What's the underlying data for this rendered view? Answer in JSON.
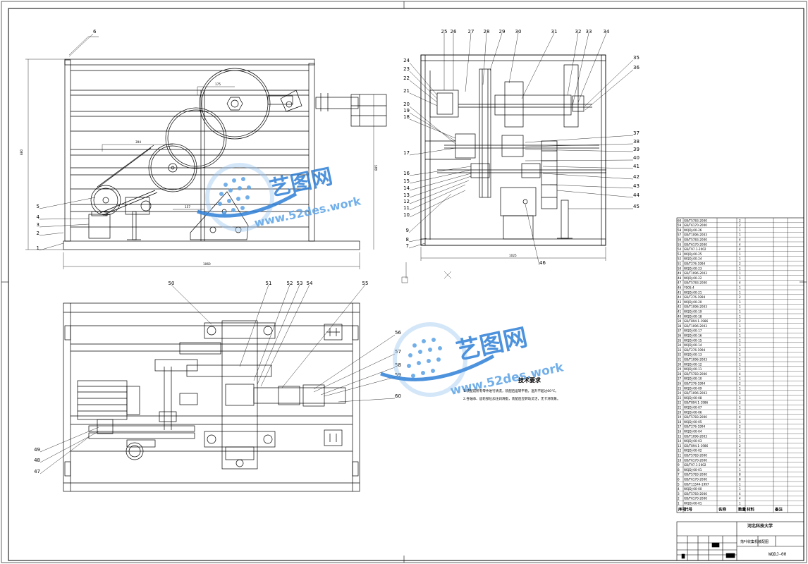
{
  "views": {
    "front_labels": [
      "1",
      "2",
      "3",
      "4",
      "5",
      "6"
    ],
    "side_labels": [
      "7",
      "8",
      "9",
      "10",
      "11",
      "12",
      "13",
      "14",
      "15",
      "16",
      "17",
      "18",
      "19",
      "20",
      "21",
      "22",
      "23",
      "24",
      "25",
      "26",
      "27",
      "28",
      "29",
      "30",
      "31",
      "32",
      "33",
      "34",
      "35",
      "36",
      "37",
      "38",
      "39",
      "40",
      "41",
      "42",
      "43",
      "44",
      "45",
      "46"
    ],
    "top_labels": [
      "47",
      "48",
      "49",
      "50",
      "51",
      "52",
      "53",
      "54",
      "55",
      "56",
      "57",
      "58",
      "59",
      "60"
    ]
  },
  "notes": {
    "title": "技术要求",
    "line1": "1.装配前所有零件进行清洗，装配后运转平稳，温升不超过60℃。",
    "line2": "2.各轴承、齿轮部位加注润滑脂，装配后应转动灵活，无卡滞现象。"
  },
  "watermark": {
    "brand": "艺图网",
    "url": "www.52des.work"
  },
  "title_block": {
    "school": "河北科技大学",
    "drawing_name": "落叶收集机装配图",
    "drawing_no": "WQDJ-00",
    "headers": [
      "序号",
      "代号",
      "名称",
      "数量",
      "材料",
      "备注"
    ]
  },
  "bom_rows": [
    {
      "no": "60",
      "code": "GB/T5783-2000",
      "qty": "2"
    },
    {
      "no": "59",
      "code": "GB/T6170-2000",
      "qty": "2"
    },
    {
      "no": "58",
      "code": "WQDJ-00-26",
      "qty": "1"
    },
    {
      "no": "57",
      "code": "GB/T1096-2003",
      "qty": "1"
    },
    {
      "no": "56",
      "code": "GB/T5783-2000",
      "qty": "4"
    },
    {
      "no": "55",
      "code": "GB/T6170-2000",
      "qty": "4"
    },
    {
      "no": "54",
      "code": "GB/T97.1-2002",
      "qty": "4"
    },
    {
      "no": "53",
      "code": "WQDJ-00-25",
      "qty": "1"
    },
    {
      "no": "52",
      "code": "WQDJ-00-24",
      "qty": "1"
    },
    {
      "no": "51",
      "code": "GB/T276-1994",
      "qty": "2"
    },
    {
      "no": "50",
      "code": "WQDJ-00-23",
      "qty": "1"
    },
    {
      "no": "49",
      "code": "GB/T1096-2003",
      "qty": "1"
    },
    {
      "no": "48",
      "code": "WQDJ-00-22",
      "qty": "1"
    },
    {
      "no": "47",
      "code": "GB/T5783-2000",
      "qty": "4"
    },
    {
      "no": "46",
      "code": "Y90S-4",
      "qty": "1"
    },
    {
      "no": "45",
      "code": "WQDJ-00-21",
      "qty": "1"
    },
    {
      "no": "44",
      "code": "GB/T276-1994",
      "qty": "2"
    },
    {
      "no": "43",
      "code": "WQDJ-00-20",
      "qty": "1"
    },
    {
      "no": "42",
      "code": "GB/T1096-2003",
      "qty": "1"
    },
    {
      "no": "41",
      "code": "WQDJ-00-19",
      "qty": "1"
    },
    {
      "no": "40",
      "code": "WQDJ-00-18",
      "qty": "1"
    },
    {
      "no": "39",
      "code": "GB/T894.1-1986",
      "qty": "2"
    },
    {
      "no": "38",
      "code": "GB/T1096-2003",
      "qty": "1"
    },
    {
      "no": "37",
      "code": "WQDJ-00-17",
      "qty": "1"
    },
    {
      "no": "36",
      "code": "WQDJ-00-16",
      "qty": "1"
    },
    {
      "no": "35",
      "code": "WQDJ-00-15",
      "qty": "1"
    },
    {
      "no": "34",
      "code": "WQDJ-00-14",
      "qty": "1"
    },
    {
      "no": "33",
      "code": "GB/T276-1994",
      "qty": "2"
    },
    {
      "no": "32",
      "code": "WQDJ-00-13",
      "qty": "1"
    },
    {
      "no": "31",
      "code": "GB/T1096-2003",
      "qty": "1"
    },
    {
      "no": "30",
      "code": "WQDJ-00-12",
      "qty": "1"
    },
    {
      "no": "29",
      "code": "WQDJ-00-11",
      "qty": "1"
    },
    {
      "no": "28",
      "code": "GB/T5783-2000",
      "qty": "4"
    },
    {
      "no": "27",
      "code": "WQDJ-00-10",
      "qty": "1"
    },
    {
      "no": "26",
      "code": "GB/T276-1994",
      "qty": "2"
    },
    {
      "no": "25",
      "code": "WQDJ-00-09",
      "qty": "1"
    },
    {
      "no": "24",
      "code": "GB/T1096-2003",
      "qty": "1"
    },
    {
      "no": "23",
      "code": "WQDJ-00-08",
      "qty": "1"
    },
    {
      "no": "22",
      "code": "GB/T894.1-1986",
      "qty": "2"
    },
    {
      "no": "21",
      "code": "WQDJ-00-07",
      "qty": "1"
    },
    {
      "no": "20",
      "code": "WQDJ-00-06",
      "qty": "1"
    },
    {
      "no": "19",
      "code": "GB/T5783-2000",
      "qty": "4"
    },
    {
      "no": "18",
      "code": "WQDJ-00-05",
      "qty": "1"
    },
    {
      "no": "17",
      "code": "GB/T276-1994",
      "qty": "2"
    },
    {
      "no": "16",
      "code": "WQDJ-00-04",
      "qty": "1"
    },
    {
      "no": "15",
      "code": "GB/T1096-2003",
      "qty": "1"
    },
    {
      "no": "14",
      "code": "WQDJ-00-03",
      "qty": "1"
    },
    {
      "no": "13",
      "code": "GB/T894.1-1986",
      "qty": "2"
    },
    {
      "no": "12",
      "code": "WQDJ-00-02",
      "qty": "1"
    },
    {
      "no": "11",
      "code": "GB/T5783-2000",
      "qty": "4"
    },
    {
      "no": "10",
      "code": "GB/T6170-2000",
      "qty": "4"
    },
    {
      "no": "9",
      "code": "GB/T97.1-2002",
      "qty": "4"
    },
    {
      "no": "8",
      "code": "WQDJ-00-01",
      "qty": "1"
    },
    {
      "no": "7",
      "code": "GB/T5783-2000",
      "qty": "8"
    },
    {
      "no": "6",
      "code": "GB/T6170-2000",
      "qty": "8"
    },
    {
      "no": "5",
      "code": "GB/T11544-1997",
      "qty": "1"
    },
    {
      "no": "4",
      "code": "WQDJ-00-00",
      "qty": "1"
    },
    {
      "no": "3",
      "code": "GB/T5783-2000",
      "qty": "4"
    },
    {
      "no": "2",
      "code": "GB/T6170-2000",
      "qty": "4"
    },
    {
      "no": "1",
      "code": "WQDJ-00-01",
      "qty": "1"
    }
  ]
}
